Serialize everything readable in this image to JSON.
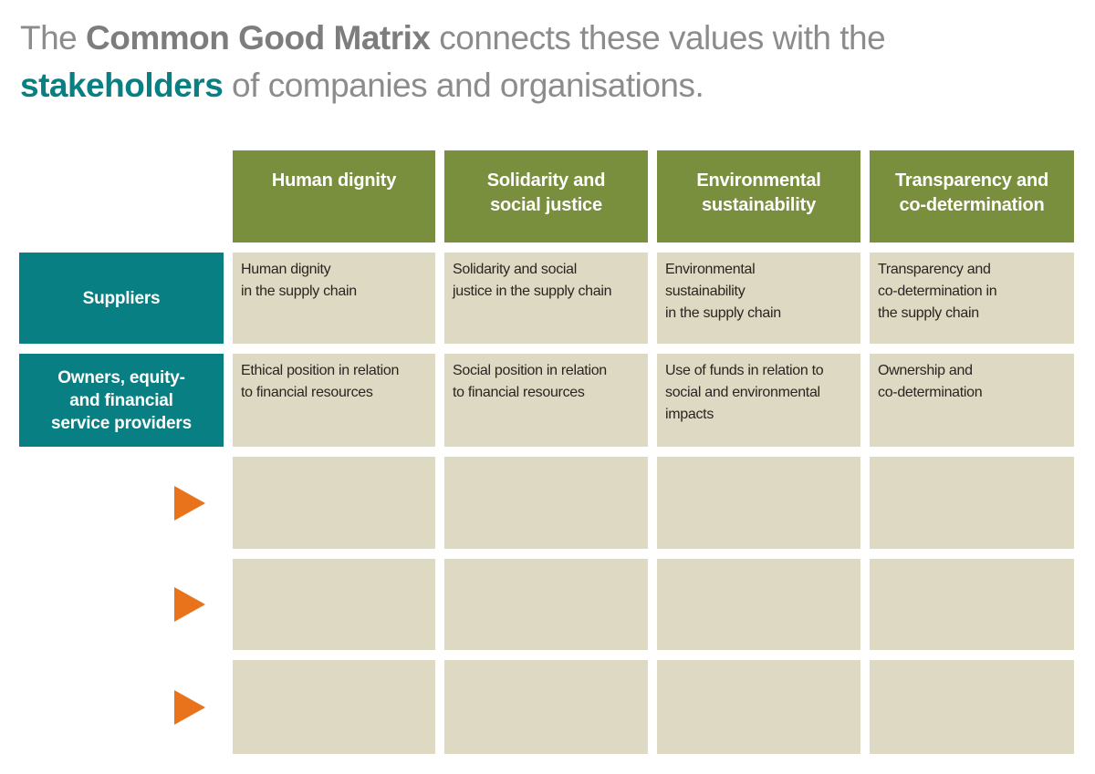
{
  "title": {
    "segments": [
      {
        "text": "The "
      },
      {
        "text": "Common Good Matrix"
      },
      {
        "text": " connects these values with the "
      },
      {
        "text": "stakeholders"
      },
      {
        "text": " of companies and organisations."
      }
    ]
  },
  "colors": {
    "header-green": "#798f3d",
    "stakeholder-teal": "#087f82",
    "cell-beige": "#ddd9c3",
    "arrow-orange": "#e8731a",
    "title-gray": "#8c8c8c",
    "title-bold-gray": "#7d7d7d",
    "cell-text": "#2a2520"
  },
  "matrix": {
    "column_headers": [
      "Human dignity",
      "Solidarity and\nsocial justice",
      "Environmental\nsustainability",
      "Transparency and\nco-determination"
    ],
    "rows": [
      {
        "type": "label",
        "header": "Suppliers",
        "cells": [
          "Human dignity\nin the supply chain",
          "Solidarity and social\njustice in the supply chain",
          "Environmental\nsustainability\nin the supply chain",
          "Transparency and\nco-determination in\nthe supply chain"
        ]
      },
      {
        "type": "label",
        "header": "Owners, equity-\nand financial\nservice providers",
        "cells": [
          "Ethical position in relation\nto financial resources",
          "Social position in relation\nto financial resources",
          "Use of funds in relation to\nsocial and environmental\nimpacts",
          "Ownership and\nco-determination"
        ]
      },
      {
        "type": "arrow",
        "header": "",
        "cells": [
          "",
          "",
          "",
          ""
        ]
      },
      {
        "type": "arrow",
        "header": "",
        "cells": [
          "",
          "",
          "",
          ""
        ]
      },
      {
        "type": "arrow",
        "header": "",
        "cells": [
          "",
          "",
          "",
          ""
        ]
      }
    ]
  }
}
